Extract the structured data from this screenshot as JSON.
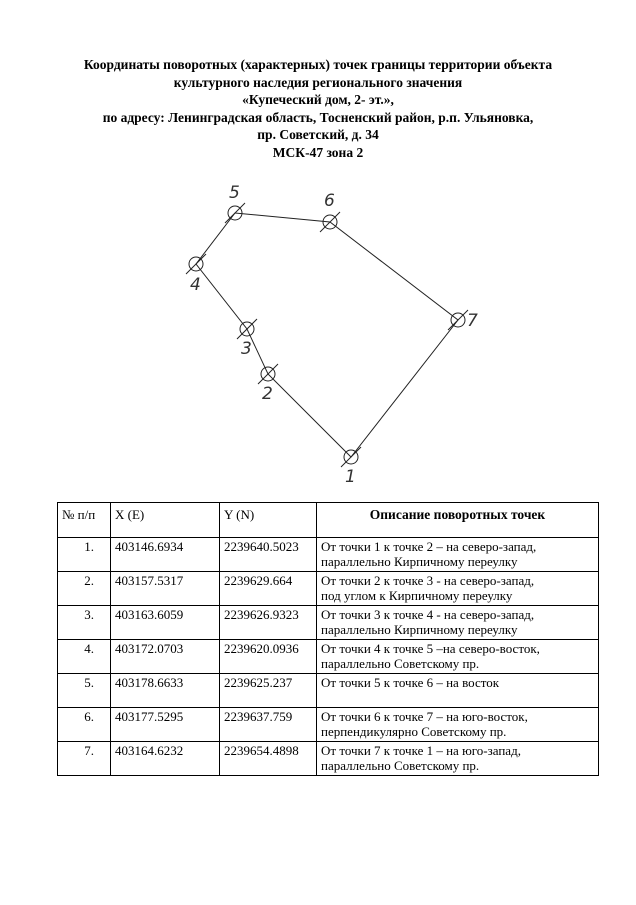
{
  "title_lines": [
    "Координаты поворотных (характерных) точек границы территории объекта",
    "культурного наследия регионального значения",
    "«Купеческий дом, 2- эт.»,",
    "по адресу: Ленинградская область, Тосненский район, р.п. Ульяновка,",
    "пр. Советский, д. 34",
    "МСК-47 зона 2"
  ],
  "scheme": {
    "point_labels": [
      "1",
      "2",
      "3",
      "4",
      "5",
      "6",
      "7"
    ]
  },
  "table": {
    "headers": {
      "num": "№ п/п",
      "x": "X (E)",
      "y": "Y (N)",
      "description": "Описание поворотных точек"
    },
    "rows": [
      {
        "num": "1.",
        "x": "403146.6934",
        "y": "2239640.5023",
        "desc1": "От точки 1 к точке 2 – на северо-запад,",
        "desc2": "параллельно Кирпичному переулку"
      },
      {
        "num": "2.",
        "x": "403157.5317",
        "y": "2239629.664",
        "desc1": "От точки 2 к точке  3 - на северо-запад,",
        "desc2": "под углом к Кирпичному переулку"
      },
      {
        "num": "3.",
        "x": "403163.6059",
        "y": "2239626.9323",
        "desc1": "От точки 3 к точке  4 - на северо-запад,",
        "desc2": "параллельно Кирпичному переулку"
      },
      {
        "num": "4.",
        "x": "403172.0703",
        "y": "2239620.0936",
        "desc1": "От точки 4 к точке  5 –на северо-восток,",
        "desc2": "параллельно Советскому пр."
      },
      {
        "num": "5.",
        "x": "403178.6633",
        "y": "2239625.237",
        "desc1": "От точки 5 к точке  6 – на восток",
        "desc2": ""
      },
      {
        "num": "6.",
        "x": "403177.5295",
        "y": "2239637.759",
        "desc1": "От точки 6 к точке 7 – на юго-восток,",
        "desc2": "перпендикулярно Советскому пр."
      },
      {
        "num": "7.",
        "x": "403164.6232",
        "y": "2239654.4898",
        "desc1": "От точки 7 к точке 1 – на юго-запад,",
        "desc2": "параллельно Советскому пр."
      }
    ]
  }
}
